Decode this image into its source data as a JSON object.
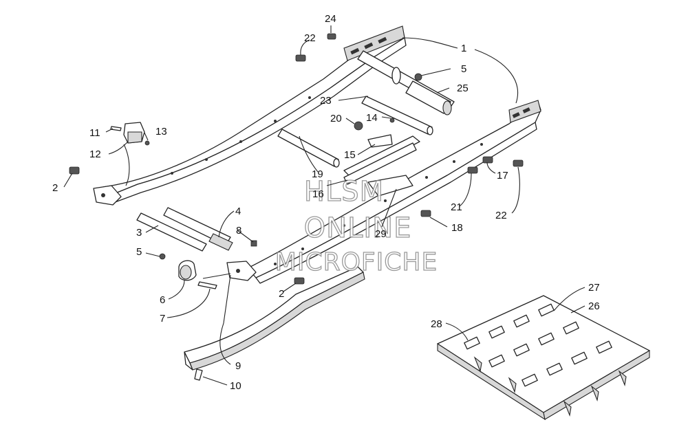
{
  "watermark": {
    "line1": "HLSM",
    "line2": "ONLINE",
    "line3": "MICROFICHE"
  },
  "callouts": [
    {
      "id": "c24",
      "label": "24"
    },
    {
      "id": "c22a",
      "label": "22"
    },
    {
      "id": "c1",
      "label": "1"
    },
    {
      "id": "c5a",
      "label": "5"
    },
    {
      "id": "c25",
      "label": "25"
    },
    {
      "id": "c23",
      "label": "23"
    },
    {
      "id": "c20",
      "label": "20"
    },
    {
      "id": "c14",
      "label": "14"
    },
    {
      "id": "c11",
      "label": "11"
    },
    {
      "id": "c13",
      "label": "13"
    },
    {
      "id": "c12",
      "label": "12"
    },
    {
      "id": "c15",
      "label": "15"
    },
    {
      "id": "c19",
      "label": "19"
    },
    {
      "id": "c16",
      "label": "16"
    },
    {
      "id": "c2a",
      "label": "2"
    },
    {
      "id": "c17",
      "label": "17"
    },
    {
      "id": "c21",
      "label": "21"
    },
    {
      "id": "c22b",
      "label": "22"
    },
    {
      "id": "c4",
      "label": "4"
    },
    {
      "id": "c3",
      "label": "3"
    },
    {
      "id": "c8",
      "label": "8"
    },
    {
      "id": "c18",
      "label": "18"
    },
    {
      "id": "c29",
      "label": "29"
    },
    {
      "id": "c5b",
      "label": "5"
    },
    {
      "id": "c6",
      "label": "6"
    },
    {
      "id": "c2b",
      "label": "2"
    },
    {
      "id": "c7",
      "label": "7"
    },
    {
      "id": "c27",
      "label": "27"
    },
    {
      "id": "c26",
      "label": "26"
    },
    {
      "id": "c28",
      "label": "28"
    },
    {
      "id": "c9",
      "label": "9"
    },
    {
      "id": "c10",
      "label": "10"
    }
  ]
}
